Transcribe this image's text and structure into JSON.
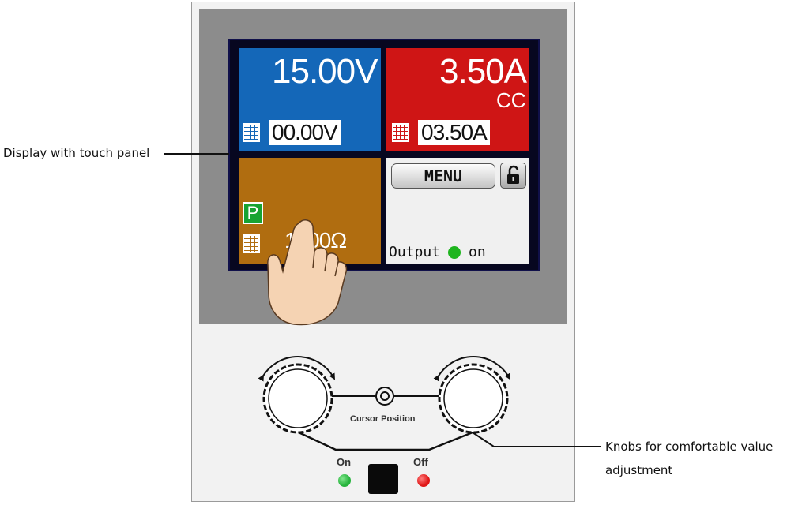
{
  "display": {
    "voltage_actual": "15.00V",
    "voltage_set": "00.00V",
    "current_actual": "3.50A",
    "current_mode": "CC",
    "current_set": "03.50A",
    "resistance_badge": "P",
    "resistance_set": "1000Ω",
    "menu_label": "MENU",
    "output_label": "Output",
    "output_state": "on",
    "colors": {
      "voltage_panel": "#1467b8",
      "current_panel": "#cf1515",
      "resistance_panel": "#b06d10",
      "output_indicator": "#1fb51f"
    },
    "icons": {
      "set_value": "grid-keypad-icon",
      "lock": "padlock-open-icon",
      "touch": "hand-pointer-icon"
    }
  },
  "front_panel": {
    "cursor_label": "Cursor Position",
    "on_label": "On",
    "off_label": "Off",
    "colors": {
      "on_led": "#27b43d",
      "off_led": "#e01818"
    }
  },
  "annotations": {
    "display": "Display with touch panel",
    "knobs_line1": "Knobs for comfortable value",
    "knobs_line2": "adjustment"
  }
}
